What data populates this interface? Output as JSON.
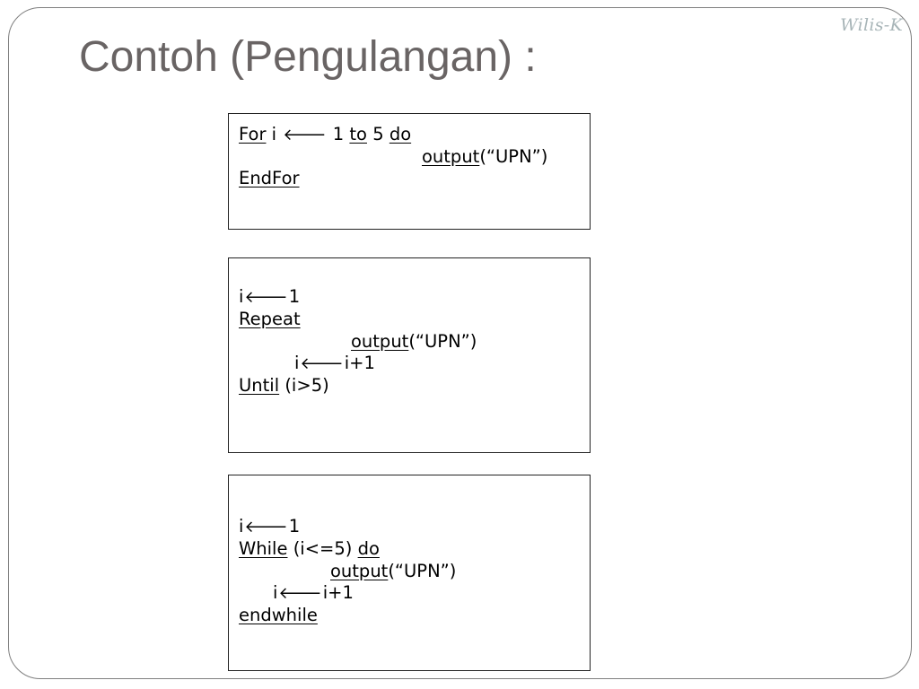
{
  "watermark": "Wilis-K",
  "title": "Contoh (Pengulangan) :",
  "arrow_glyph": "🡐",
  "for_block": {
    "kw_for": "For",
    "var": "i",
    "start": "1",
    "kw_to": "to",
    "end": "5",
    "kw_do": "do",
    "kw_output": "output",
    "output_arg": "(“UPN”)",
    "kw_endfor": "EndFor"
  },
  "repeat_block": {
    "init_var": "i",
    "init_val": "1",
    "kw_repeat": "Repeat",
    "kw_output": "output",
    "output_arg": "(“UPN”)",
    "incr_var": "i",
    "incr_expr": "i+1",
    "kw_until": "Until",
    "condition": "(i>5)"
  },
  "while_block": {
    "init_var": "i",
    "init_val": "1",
    "kw_while": "While",
    "condition": "(i<=5)",
    "kw_do": "do",
    "kw_output": "output",
    "output_arg": "(“UPN”)",
    "incr_var": "i",
    "incr_expr": "i+1",
    "kw_endwhile": "endwhile"
  }
}
